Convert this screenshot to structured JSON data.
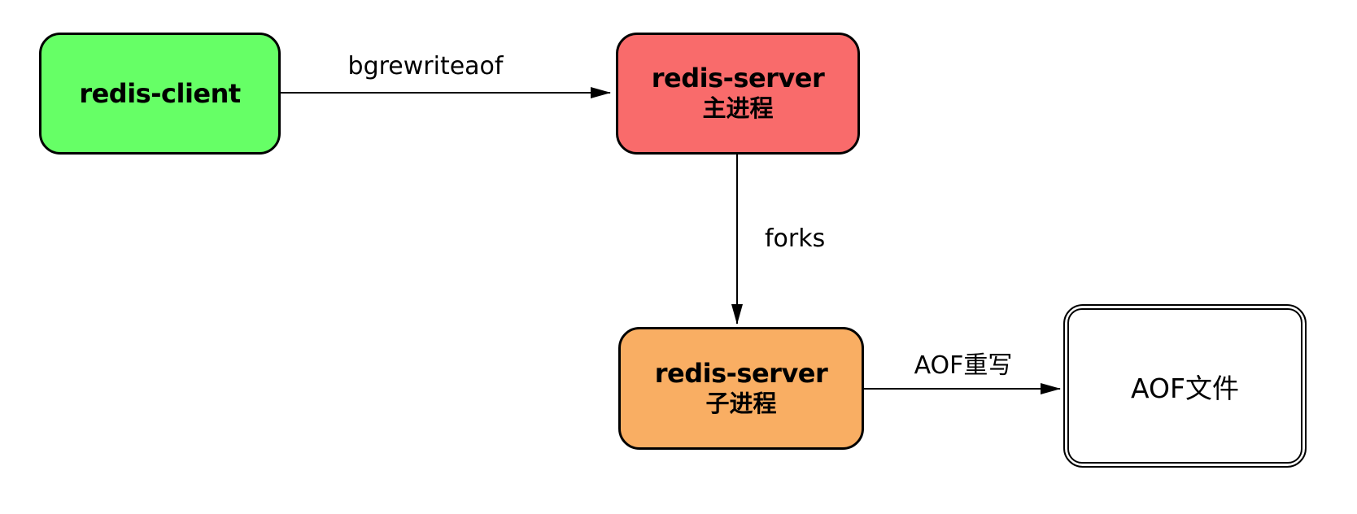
{
  "diagram": {
    "background": "#FFFFFF",
    "stroke_color": "#000000",
    "nodes": {
      "redis_client": {
        "label": "redis-client",
        "fill": "#66FF66"
      },
      "redis_server_main": {
        "label": "redis-server",
        "sublabel": "主进程",
        "fill": "#F96B6B"
      },
      "redis_server_child": {
        "label": "redis-server",
        "sublabel": "子进程",
        "fill": "#F9AE63"
      },
      "aof_file": {
        "label": "AOF文件",
        "fill": "#FFFFFF"
      }
    },
    "edges": {
      "client_to_main": {
        "label": "bgrewriteaof",
        "from": "redis_client",
        "to": "redis_server_main",
        "direction": "right"
      },
      "main_to_child": {
        "label": "forks",
        "from": "redis_server_main",
        "to": "redis_server_child",
        "direction": "down"
      },
      "child_to_file": {
        "label": "AOF重写",
        "from": "redis_server_child",
        "to": "aof_file",
        "direction": "right"
      }
    }
  }
}
